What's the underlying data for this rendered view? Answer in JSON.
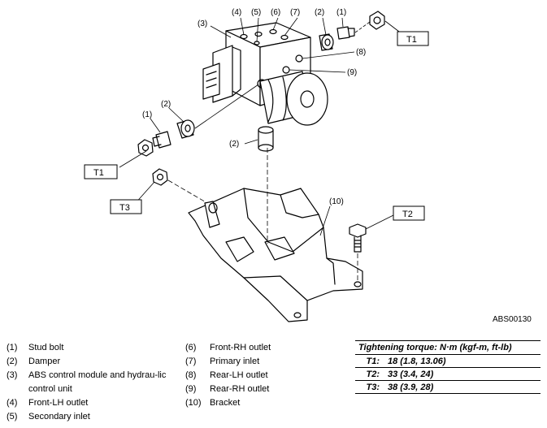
{
  "figure_code": "ABS00130",
  "callouts": {
    "c1a": "(1)",
    "c2a": "(2)",
    "c3": "(3)",
    "c4": "(4)",
    "c5": "(5)",
    "c6": "(6)",
    "c7": "(7)",
    "c8": "(8)",
    "c9": "(9)",
    "c1b": "(1)",
    "c2b": "(2)",
    "c2c": "(2)",
    "c10": "(10)"
  },
  "torque_tags": {
    "t1a": "T1",
    "t1b": "T1",
    "t3": "T3",
    "t2": "T2"
  },
  "legend_left": [
    {
      "num": "(1)",
      "text": "Stud bolt"
    },
    {
      "num": "(2)",
      "text": "Damper"
    },
    {
      "num": "(3)",
      "text": "ABS control module and hydrau-lic control unit"
    },
    {
      "num": "(4)",
      "text": "Front-LH outlet"
    },
    {
      "num": "(5)",
      "text": "Secondary inlet"
    }
  ],
  "legend_mid": [
    {
      "num": "(6)",
      "text": "Front-RH outlet"
    },
    {
      "num": "(7)",
      "text": "Primary inlet"
    },
    {
      "num": "(8)",
      "text": "Rear-LH outlet"
    },
    {
      "num": "(9)",
      "text": "Rear-RH outlet"
    },
    {
      "num": "(10)",
      "text": "Bracket"
    }
  ],
  "torque": {
    "header": "Tightening torque: N·m (kgf-m, ft-lb)",
    "rows": [
      {
        "key": "T1:",
        "value": "18 (1.8, 13.06)"
      },
      {
        "key": "T2:",
        "value": "33 (3.4, 24)"
      },
      {
        "key": "T3:",
        "value": "38 (3.9, 28)"
      }
    ]
  }
}
